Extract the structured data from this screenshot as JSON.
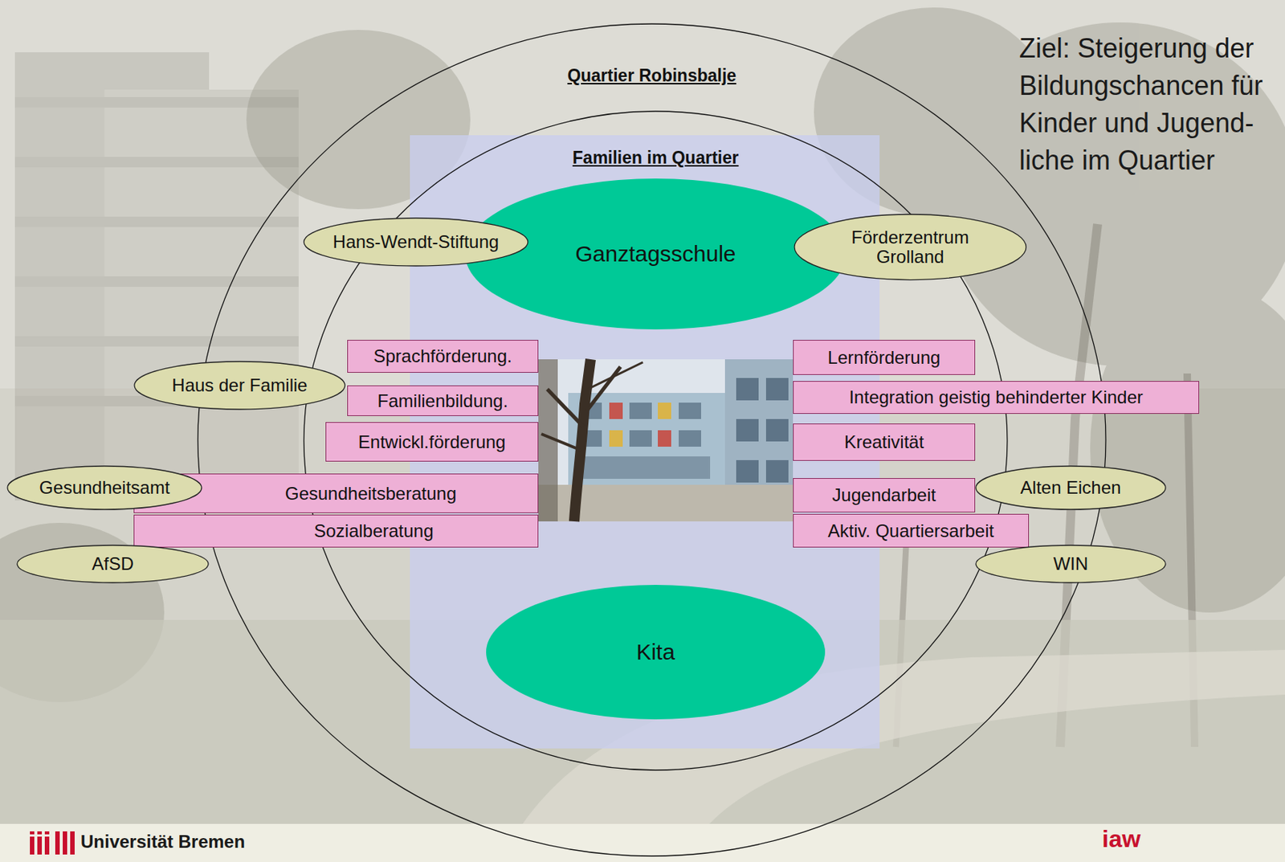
{
  "diagram": {
    "nodes": [
      {
        "text": [
          "Quartier Robinsbalje"
        ]
      },
      {
        "text": [
          "Familien im Quartier"
        ],
        "in": 0
      },
      {
        "text": [
          "Hans-Wendt-Stiftung"
        ],
        "in": 0
      },
      {
        "text": [
          "Ganztagsschule"
        ],
        "in": 1
      },
      {
        "text": [
          "Förderzentrum Grolland"
        ],
        "in": 0
      },
      {
        "text": [
          "Sprachförderung."
        ],
        "in": 1
      },
      {
        "text": [
          "Lernförderung"
        ],
        "in": 1
      },
      {
        "text": [
          "Haus der Familie"
        ]
      },
      {
        "text": [
          "Familienbildung."
        ],
        "in": 1
      },
      {
        "text": [
          "Integration geistig behinderter Kinder"
        ]
      },
      {
        "text": [
          "Entwickl.förderung"
        ],
        "in": 1
      },
      {
        "text": [
          "Kreativität"
        ],
        "in": 1
      },
      {
        "text": [
          "Gesundheitsamt"
        ]
      },
      {
        "text": [
          "Gesundheitsberatung"
        ]
      },
      {
        "text": [
          "Jugendarbeit"
        ],
        "in": 1
      },
      {
        "text": [
          "Alten Eichen"
        ]
      },
      {
        "text": [
          "Sozialberatung"
        ]
      },
      {
        "text": [
          "Aktiv. Quartiersarbeit"
        ],
        "in": 0
      },
      {
        "text": [
          "AfSD"
        ]
      },
      {
        "text": [
          "WIN"
        ]
      },
      {
        "text": [
          "Kita"
        ],
        "in": 1
      }
    ],
    "labels": [
      "Ziel: Steigerung der Bildungschancen für Kinder und Jugend- liche im Quartier",
      "Universität Bremen",
      "iaw"
    ]
  }
}
